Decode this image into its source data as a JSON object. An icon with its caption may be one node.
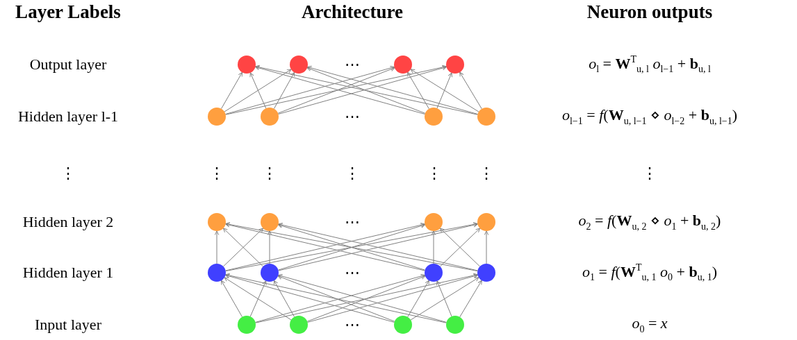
{
  "diagram": {
    "nodes": [
      {
        "text": [],
        "shape": "circle"
      },
      {
        "text": [],
        "shape": "circle"
      },
      {
        "text": [],
        "shape": "circle"
      },
      {
        "text": [],
        "shape": "circle"
      },
      {
        "text": [],
        "shape": "circle"
      },
      {
        "text": [],
        "shape": "circle"
      },
      {
        "text": [],
        "shape": "circle"
      },
      {
        "text": [],
        "shape": "circle"
      },
      {
        "text": [],
        "shape": "circle"
      },
      {
        "text": [],
        "shape": "circle"
      },
      {
        "text": [],
        "shape": "circle"
      },
      {
        "text": [],
        "shape": "circle"
      },
      {
        "text": [],
        "shape": "circle"
      },
      {
        "text": [],
        "shape": "circle"
      },
      {
        "text": [],
        "shape": "circle"
      },
      {
        "text": [],
        "shape": "circle"
      },
      {
        "text": [],
        "shape": "circle"
      },
      {
        "text": [],
        "shape": "circle"
      },
      {
        "text": [],
        "shape": "circle"
      },
      {
        "text": [],
        "shape": "circle"
      }
    ],
    "edges": [
      {
        "from": 16,
        "to": 12,
        "arrow": "to"
      },
      {
        "from": 16,
        "to": 13,
        "arrow": "to"
      },
      {
        "from": 16,
        "to": 14,
        "arrow": "to"
      },
      {
        "from": 16,
        "to": 15,
        "arrow": "to"
      },
      {
        "from": 17,
        "to": 12,
        "arrow": "to"
      },
      {
        "from": 17,
        "to": 13,
        "arrow": "to"
      },
      {
        "from": 17,
        "to": 14,
        "arrow": "to"
      },
      {
        "from": 17,
        "to": 15,
        "arrow": "to"
      },
      {
        "from": 18,
        "to": 12,
        "arrow": "to"
      },
      {
        "from": 18,
        "to": 13,
        "arrow": "to"
      },
      {
        "from": 18,
        "to": 14,
        "arrow": "to"
      },
      {
        "from": 18,
        "to": 15,
        "arrow": "to"
      },
      {
        "from": 19,
        "to": 12,
        "arrow": "to"
      },
      {
        "from": 19,
        "to": 13,
        "arrow": "to"
      },
      {
        "from": 19,
        "to": 14,
        "arrow": "to"
      },
      {
        "from": 19,
        "to": 15,
        "arrow": "to"
      },
      {
        "from": 12,
        "to": 8,
        "arrow": "to"
      },
      {
        "from": 12,
        "to": 9,
        "arrow": "to"
      },
      {
        "from": 12,
        "to": 10,
        "arrow": "to"
      },
      {
        "from": 12,
        "to": 11,
        "arrow": "to"
      },
      {
        "from": 13,
        "to": 8,
        "arrow": "to"
      },
      {
        "from": 13,
        "to": 9,
        "arrow": "to"
      },
      {
        "from": 13,
        "to": 10,
        "arrow": "to"
      },
      {
        "from": 13,
        "to": 11,
        "arrow": "to"
      },
      {
        "from": 14,
        "to": 8,
        "arrow": "to"
      },
      {
        "from": 14,
        "to": 9,
        "arrow": "to"
      },
      {
        "from": 14,
        "to": 10,
        "arrow": "to"
      },
      {
        "from": 14,
        "to": 11,
        "arrow": "to"
      },
      {
        "from": 15,
        "to": 8,
        "arrow": "to"
      },
      {
        "from": 15,
        "to": 9,
        "arrow": "to"
      },
      {
        "from": 15,
        "to": 10,
        "arrow": "to"
      },
      {
        "from": 15,
        "to": 11,
        "arrow": "to"
      },
      {
        "from": 4,
        "to": 0,
        "arrow": "to"
      },
      {
        "from": 4,
        "to": 1,
        "arrow": "to"
      },
      {
        "from": 4,
        "to": 2,
        "arrow": "to"
      },
      {
        "from": 4,
        "to": 3,
        "arrow": "to"
      },
      {
        "from": 5,
        "to": 0,
        "arrow": "to"
      },
      {
        "from": 5,
        "to": 1,
        "arrow": "to"
      },
      {
        "from": 5,
        "to": 2,
        "arrow": "to"
      },
      {
        "from": 5,
        "to": 3,
        "arrow": "to"
      },
      {
        "from": 6,
        "to": 0,
        "arrow": "to"
      },
      {
        "from": 6,
        "to": 1,
        "arrow": "to"
      },
      {
        "from": 6,
        "to": 2,
        "arrow": "to"
      },
      {
        "from": 6,
        "to": 3,
        "arrow": "to"
      },
      {
        "from": 7,
        "to": 0,
        "arrow": "to"
      },
      {
        "from": 7,
        "to": 1,
        "arrow": "to"
      },
      {
        "from": 7,
        "to": 2,
        "arrow": "to"
      },
      {
        "from": 7,
        "to": 3,
        "arrow": "to"
      }
    ],
    "labels": [
      "Layer Labels",
      "Architecture",
      "Neuron outputs",
      "Output layer",
      "⋯",
      "*o*$_{l}$ = **W**$^{T}$$_{u, l}$ *o*$_{l−1}$ + **b**$_{u, l}$",
      "Hidden layer l-1",
      "⋯",
      "*o*$_{l−1}$ = *f*(**W**$_{u, l−1}$ ⋄ *o*$_{l−2}$ + **b**$_{u, l−1}$)",
      "⋮",
      "⋮",
      "⋮",
      "⋮",
      "⋮",
      "⋮",
      "⋮",
      "Hidden layer 2",
      "⋯",
      "*o*$_{2}$ = *f*(**W**$_{u, 2}$ ⋄ *o*$_{1}$ + **b**$_{u, 2}$)",
      "Hidden layer 1",
      "⋯",
      "*o*$_{1}$ = *f*(**W**$^{T}$$_{u, 1}$ *o*$_{0}$ + **b**$_{u, 1}$)",
      "Input layer",
      "⋯",
      "*o*$_{0}$ = *x*"
    ]
  }
}
